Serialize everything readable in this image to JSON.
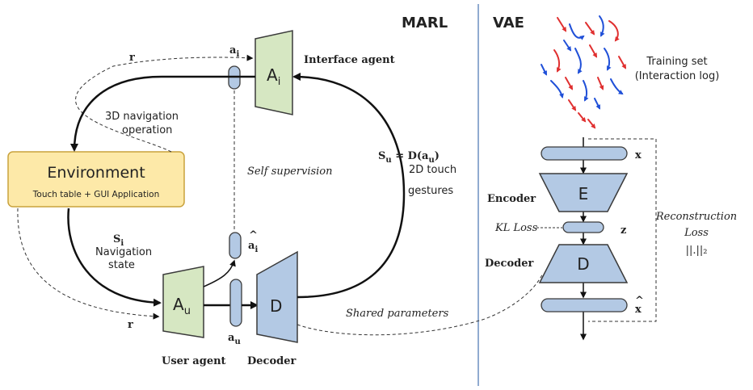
{
  "section_marl": "MARL",
  "section_vae": "VAE",
  "interface_agent": {
    "title": "Interface agent",
    "block_letter": "A",
    "block_sub": "i",
    "action_main": "a",
    "action_sub": "i"
  },
  "user_agent": {
    "title": "User agent",
    "block_letter": "A",
    "block_sub": "u",
    "action_main": "a",
    "action_sub": "u",
    "pred_action_main": "a",
    "pred_action_sub": "i"
  },
  "decoder_marl": {
    "title": "Decoder",
    "block_letter": "D"
  },
  "environment": {
    "title": "Environment",
    "subtitle": "Touch table + GUI Application"
  },
  "reward_top": "r",
  "reward_bottom": "r",
  "nav_op_line1": "3D navigation",
  "nav_op_line2": "operation",
  "self_supervision": "Self supervision",
  "state": {
    "symbol_main": "S",
    "symbol_sub": "i",
    "line1": "Navigation",
    "line2": "state"
  },
  "su_eq": {
    "lhs_main": "S",
    "lhs_sub": "u",
    "eq": " = D(a",
    "eq_sub": "u",
    "eq_close": ")",
    "line1": "2D touch",
    "line2": "gestures"
  },
  "shared_parameters": "Shared parameters",
  "vae": {
    "training_line1": "Training set",
    "training_line2": "(Interaction log)",
    "x_label": "x",
    "xhat_label": "x",
    "z_label": "z",
    "encoder_label": "Encoder",
    "encoder_letter": "E",
    "decoder_label": "Decoder",
    "decoder_letter": "D",
    "kl_loss": "KL Loss",
    "recon_line1": "Reconstruction",
    "recon_line2": "Loss",
    "recon_line3": "||.||₂"
  },
  "colors": {
    "environment_fill": "#fde9a8",
    "environment_stroke": "#c9a23c",
    "agent_fill": "#d6e7c2",
    "decoder_fill": "#b3c9e4",
    "block_stroke": "#3a3a3a",
    "stroke_red": "#e03030",
    "stroke_blue": "#2050d8",
    "divider": "#6b8fc0"
  }
}
